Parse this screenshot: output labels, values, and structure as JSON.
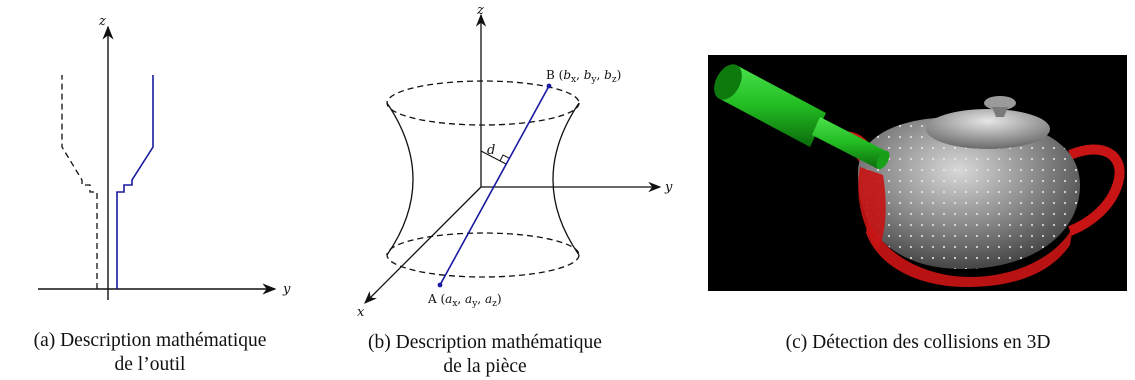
{
  "panel_a": {
    "axis_z": "z",
    "axis_y": "y",
    "caption_line1": "(a) Description mathématique",
    "caption_line2": "de l’outil",
    "colors": {
      "profile": "#1a1aa0",
      "dashed": "#111111"
    }
  },
  "panel_b": {
    "axis_z": "z",
    "axis_y": "y",
    "axis_x": "x",
    "label_d": "d",
    "point_a": "A (a_x, a_y, a_z)",
    "point_b": "B (b_x, b_y, b_z)",
    "caption_line1": "(b) Description mathématique",
    "caption_line2": "de la pièce",
    "colors": {
      "segment": "#1a1aa0"
    }
  },
  "panel_c": {
    "caption": "(c) Détection des collisions en 3D",
    "colors": {
      "background": "#000000",
      "tool": "#22bb22",
      "collision": "#c81414",
      "part": "#8c8c8c"
    }
  }
}
